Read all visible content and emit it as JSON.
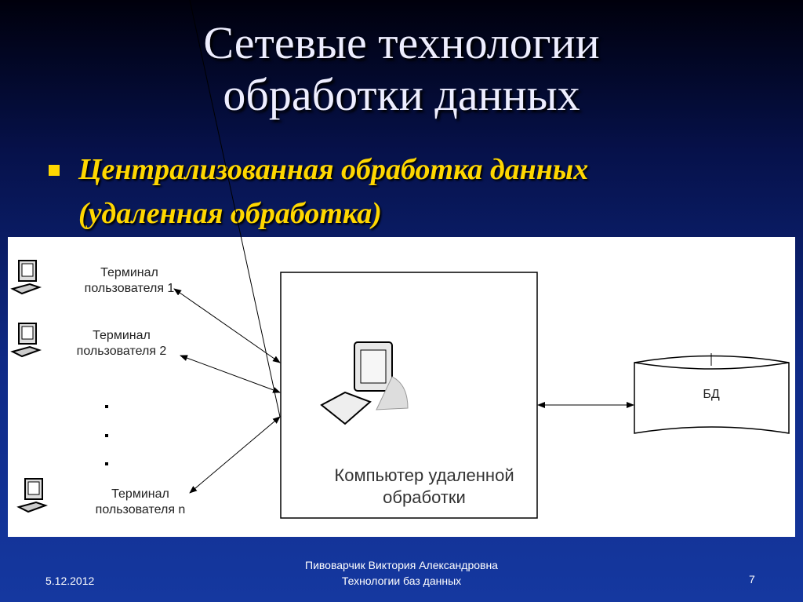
{
  "title": {
    "line1": "Сетевые технологии",
    "line2": "обработки данных"
  },
  "bullet": {
    "line1": "Централизованная обработка данных",
    "line2": "(удаленная обработка)"
  },
  "diagram": {
    "terminals": [
      {
        "line1": "Терминал",
        "line2": "пользователя 1"
      },
      {
        "line1": "Терминал",
        "line2": "пользователя 2"
      },
      {
        "line1": "Терминал",
        "line2": "пользователя n"
      }
    ],
    "server": {
      "line1": "Компьютер удаленной",
      "line2": "обработки"
    },
    "db": "БД"
  },
  "footer": {
    "date": "5.12.2012",
    "author": "Пивоварчик Виктория Александровна",
    "course": "Технологии баз данных",
    "page": "7"
  },
  "colors": {
    "accent": "#ffd700"
  }
}
